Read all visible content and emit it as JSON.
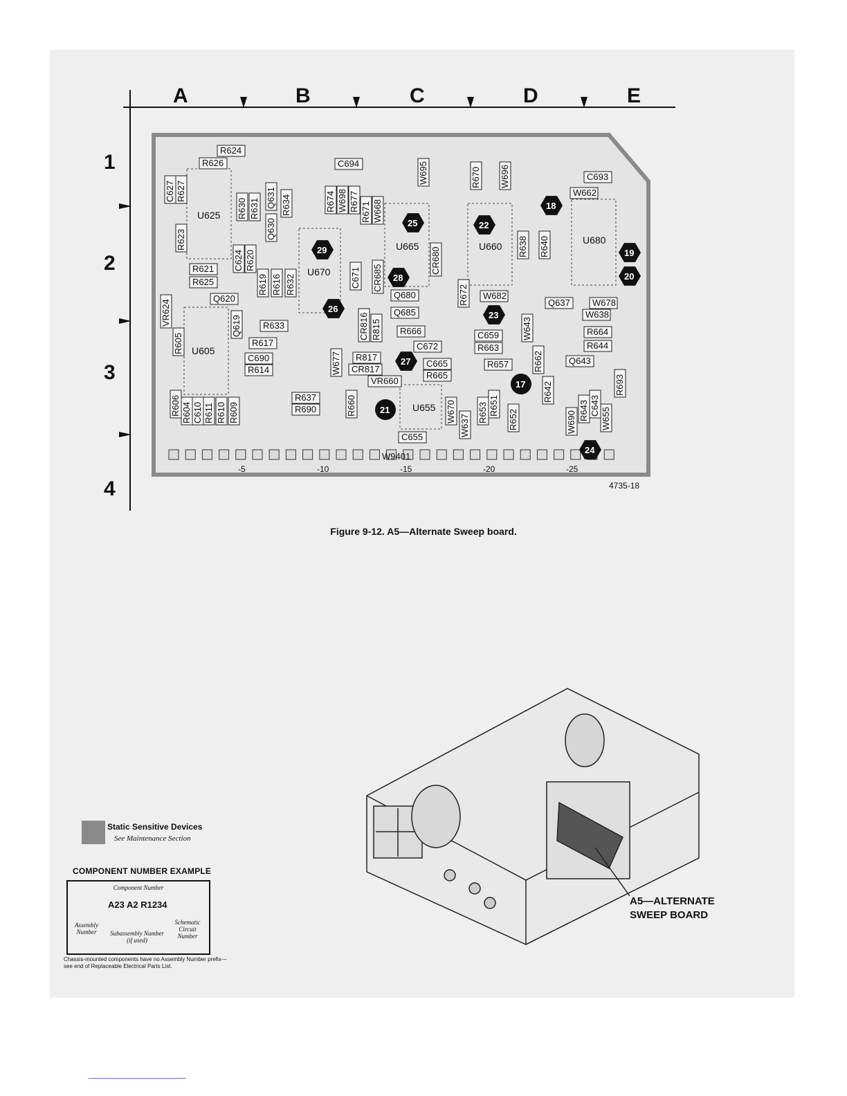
{
  "columns": [
    "A",
    "B",
    "C",
    "D",
    "E"
  ],
  "rows": [
    "1",
    "2",
    "3",
    "4"
  ],
  "ruler_marks": [
    "-5",
    "-10",
    "-15",
    "-20",
    "-25"
  ],
  "figure_number_tag": "4735-18",
  "caption": "Figure 9-12. A5—Alternate Sweep board.",
  "board": {
    "chips": [
      "U625",
      "U605",
      "U670",
      "U665",
      "U660",
      "U680",
      "U655"
    ],
    "connector": "W9401",
    "components": [
      "R624",
      "R626",
      "C627",
      "R627",
      "R623",
      "R630",
      "R631",
      "Q631",
      "R634",
      "Q630",
      "C694",
      "R674",
      "W698",
      "R677",
      "R671",
      "W668",
      "W695",
      "R670",
      "W696",
      "R638",
      "R640",
      "C693",
      "W662",
      "R621",
      "R625",
      "C624",
      "R620",
      "R619",
      "R616",
      "R632",
      "C671",
      "CR685",
      "CR680",
      "Q680",
      "Q685",
      "R672",
      "W682",
      "Q637",
      "W678",
      "W638",
      "VR624",
      "R605",
      "Q620",
      "Q619",
      "R633",
      "R617",
      "C690",
      "R614",
      "W677",
      "CR816",
      "R815",
      "R666",
      "C672",
      "C659",
      "R663",
      "W643",
      "R664",
      "R644",
      "Q643",
      "R817",
      "CR817",
      "VR660",
      "C665",
      "R665",
      "R657",
      "R662",
      "R642",
      "R693",
      "R637",
      "R690",
      "R660",
      "W670",
      "W637",
      "R653",
      "R651",
      "R652",
      "W690",
      "R643",
      "C643",
      "W655",
      "R606",
      "R604",
      "C610",
      "R611",
      "R610",
      "R609",
      "C655"
    ],
    "test_points": [
      "17",
      "18",
      "19",
      "20",
      "21",
      "22",
      "23",
      "24",
      "25",
      "26",
      "27",
      "28",
      "29"
    ]
  },
  "legend": {
    "static_title": "Static Sensitive Devices",
    "static_sub": "See Maintenance Section",
    "cne_title": "COMPONENT NUMBER EXAMPLE",
    "cne_component": "Component Number",
    "cne_code": "A23 A2 R1234",
    "cne_assembly": "Assembly Number",
    "cne_subassembly": "Subassembly Number (if used)",
    "cne_schematic": "Schematic Circuit Number",
    "cne_note": "Chassis-mounted components have no Assembly Number prefix—see end of Replaceable Electrical Parts List."
  },
  "locator_label": "A5—ALTERNATE SWEEP BOARD",
  "colors": {
    "board_border": "#8a8a8a",
    "board_fill": "#e6e6e6",
    "test_point": "#111111",
    "static_mark": "#8a8a8a"
  }
}
